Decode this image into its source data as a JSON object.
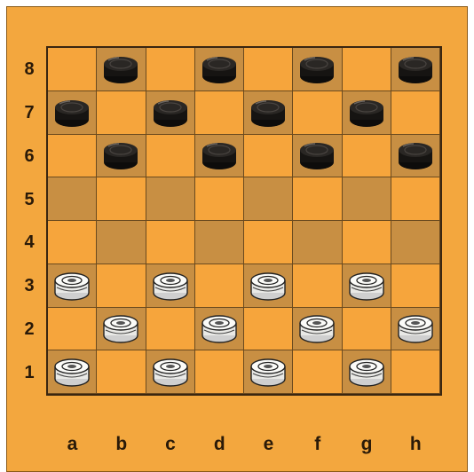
{
  "board": {
    "ranks": [
      "8",
      "7",
      "6",
      "5",
      "4",
      "3",
      "2",
      "1"
    ],
    "files": [
      "a",
      "b",
      "c",
      "d",
      "e",
      "f",
      "g",
      "h"
    ],
    "colors": {
      "light_square": "#f6a53c",
      "dark_square": "#c88f43",
      "frame": "#f3a73e",
      "black_piece": "#1c1a18",
      "white_piece": "#f8f8f4"
    },
    "pieces": [
      {
        "square": "b8",
        "color": "black"
      },
      {
        "square": "d8",
        "color": "black"
      },
      {
        "square": "f8",
        "color": "black"
      },
      {
        "square": "h8",
        "color": "black"
      },
      {
        "square": "a7",
        "color": "black"
      },
      {
        "square": "c7",
        "color": "black"
      },
      {
        "square": "e7",
        "color": "black"
      },
      {
        "square": "g7",
        "color": "black"
      },
      {
        "square": "b6",
        "color": "black"
      },
      {
        "square": "d6",
        "color": "black"
      },
      {
        "square": "f6",
        "color": "black"
      },
      {
        "square": "h6",
        "color": "black"
      },
      {
        "square": "a3",
        "color": "white"
      },
      {
        "square": "c3",
        "color": "white"
      },
      {
        "square": "e3",
        "color": "white"
      },
      {
        "square": "g3",
        "color": "white"
      },
      {
        "square": "b2",
        "color": "white"
      },
      {
        "square": "d2",
        "color": "white"
      },
      {
        "square": "f2",
        "color": "white"
      },
      {
        "square": "h2",
        "color": "white"
      },
      {
        "square": "a1",
        "color": "white"
      },
      {
        "square": "c1",
        "color": "white"
      },
      {
        "square": "e1",
        "color": "white"
      },
      {
        "square": "g1",
        "color": "white"
      }
    ]
  }
}
